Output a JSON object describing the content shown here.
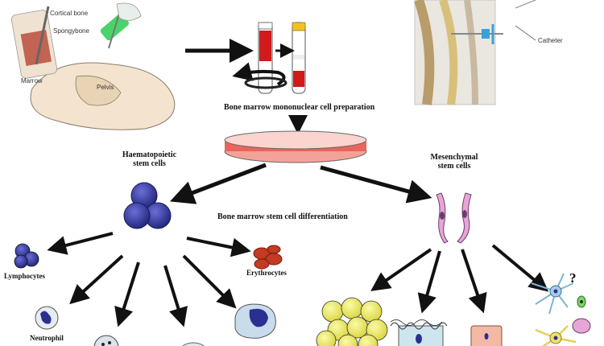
{
  "labels": {
    "preparation": "Bone marrow mononuclear cell preparation",
    "haematopoietic_line1": "Haematopoietic",
    "haematopoietic_line2": "stem cells",
    "mesenchymal_line1": "Mesenchymal",
    "mesenchymal_line2": "stem cells",
    "differentiation": "Bone marrow stem cell differentiation",
    "lymphocytes": "Lymphocytes",
    "erythrocytes": "Erythrocytes",
    "neutrophil": "Neutrophil",
    "question_mark": "?"
  },
  "illustration_labels": {
    "cortical_bone": "Cortical bone",
    "spongy_bone": "Spongybone",
    "marrow": "Marrow",
    "pelvis": "Pelvis",
    "catheter": "Catheter"
  },
  "colors": {
    "arrow": "#111111",
    "hsc_blue": "#2b2f8f",
    "erythrocyte_red": "#c23b22",
    "msc_pink": "#e7a6d6",
    "adipocyte_yellow": "#f2ef6a",
    "dish_red": "#e9645a",
    "tube_red": "#d11a1a",
    "tube_yellow": "#f2c21b"
  }
}
